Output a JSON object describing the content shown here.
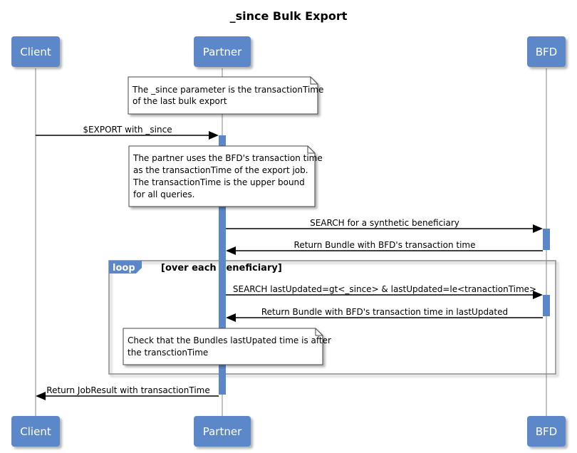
{
  "title": "_since Bulk Export",
  "colors": {
    "actor_fill": "#5B87C8",
    "actor_text": "#ffffff",
    "lifeline": "#9a9a9a",
    "activation": "#5B87C8",
    "note_fill": "#ffffff",
    "loop_border": "#8a8a8a",
    "loop_tab": "#5B87C8"
  },
  "actors": {
    "client": "Client",
    "partner": "Partner",
    "bfd": "BFD"
  },
  "notes": {
    "since_param": [
      "The _since parameter is the transactionTime",
      "of the last bulk export"
    ],
    "partner_uses": [
      "The partner uses the BFD's transaction time",
      "as the transactionTime of the export job.",
      "The transactionTime is the upper bound",
      "for all queries."
    ],
    "check": [
      "Check that the Bundles lastUpated time is after",
      "the transctionTime"
    ]
  },
  "messages": {
    "export": "$EXPORT with _since",
    "search_synth": "SEARCH for a synthetic beneficiary",
    "return_bundle": "Return Bundle with BFD's transaction time",
    "search_updated": "SEARCH lastUpdated=gt<_since> & lastUpdated=le<tranactionTime>",
    "return_bundle_lu": "Return Bundle with BFD's transaction time in lastUpdated",
    "return_job": "Return JobResult with transactionTime"
  },
  "loop": {
    "tag": "loop",
    "condition": "[over each beneficiary]"
  }
}
